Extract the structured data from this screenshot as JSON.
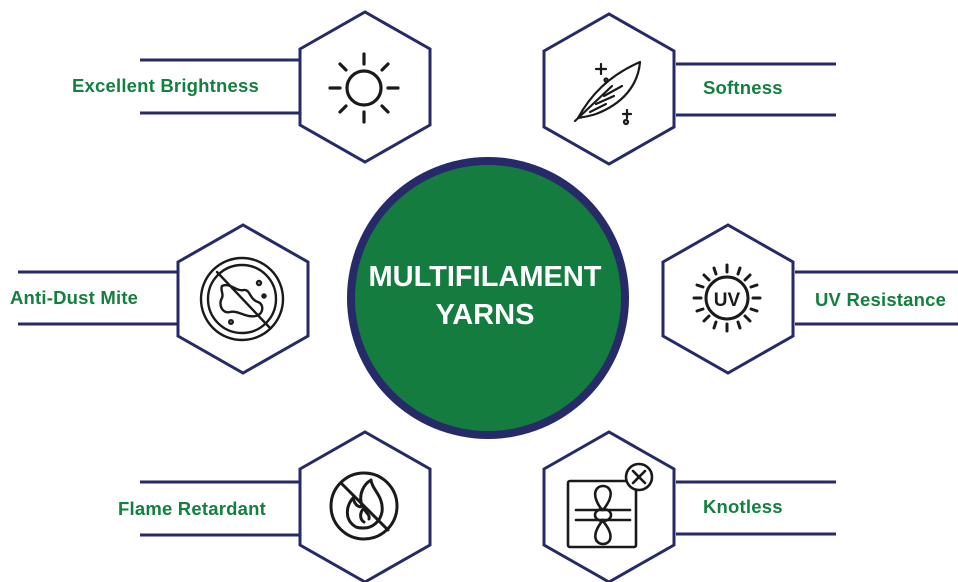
{
  "center": {
    "line1": "MULTIFILAMENT",
    "line2": "YARNS"
  },
  "features": {
    "brightness": "Excellent Brightness",
    "softness": "Softness",
    "dust": "Anti-Dust Mite",
    "uv": "UV Resistance",
    "flame": "Flame Retardant",
    "knotless": "Knotless"
  },
  "icons": {
    "brightness": "sun-icon",
    "softness": "feather-icon",
    "dust": "no-dust-mite-icon",
    "uv": "uv-sun-icon",
    "flame": "no-flame-icon",
    "knotless": "knotless-rope-icon"
  },
  "colors": {
    "navy": "#272a68",
    "green": "#147c3e",
    "label_green": "#13803f"
  }
}
